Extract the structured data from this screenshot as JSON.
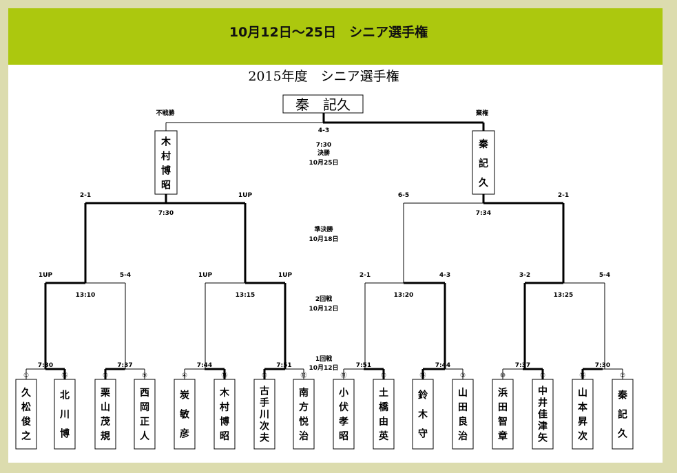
{
  "banner": {
    "title": "10月12日～25日　シニア選手権"
  },
  "bracket": {
    "title": "2015年度　シニア選手権",
    "champion": "秦　記久",
    "final": {
      "left_note": "不戦勝",
      "right_note": "棄権",
      "score": "4-3",
      "time": "7:30",
      "round": "決勝",
      "date": "10月25日",
      "left_name": "木村博昭",
      "right_name": "秦記久"
    },
    "semi": {
      "round": "準決勝",
      "date": "10月18日",
      "left_time": "7:30",
      "right_time": "7:34",
      "scores": [
        "2-1",
        "1UP",
        "6-5",
        "2-1"
      ]
    },
    "second": {
      "round": "2回戦",
      "date": "10月12日",
      "times": [
        "13:10",
        "13:15",
        "13:20",
        "13:25"
      ],
      "scores": [
        "1UP",
        "5-4",
        "1UP",
        "1UP",
        "2-1",
        "4-3",
        "3-2",
        "5-4"
      ]
    },
    "first": {
      "round": "1回戦",
      "date": "10月12日",
      "times": [
        "7:30",
        "7:37",
        "7:44",
        "7:51",
        "7:51",
        "7:44",
        "7:37",
        "7:30"
      ]
    },
    "players": [
      {
        "seed": "①",
        "name": "久松俊之"
      },
      {
        "seed": "⑯",
        "name": "北川博"
      },
      {
        "seed": "⑧",
        "name": "栗山茂規"
      },
      {
        "seed": "⑨",
        "name": "西岡正人"
      },
      {
        "seed": "④",
        "name": "炭敏彦"
      },
      {
        "seed": "⑬",
        "name": "木村博昭"
      },
      {
        "seed": "⑤",
        "name": "古手川次夫"
      },
      {
        "seed": "⑫",
        "name": "南方悦治"
      },
      {
        "seed": "⑪",
        "name": "小伏孝昭"
      },
      {
        "seed": "⑥",
        "name": "土橋由英"
      },
      {
        "seed": "⑭",
        "name": "鈴木守"
      },
      {
        "seed": "③",
        "name": "山田良治"
      },
      {
        "seed": "⑩",
        "name": "浜田智章"
      },
      {
        "seed": "⑦",
        "name": "中井佳津矢"
      },
      {
        "seed": "⑮",
        "name": "山本昇次"
      },
      {
        "seed": "②",
        "name": "秦記久"
      }
    ]
  }
}
